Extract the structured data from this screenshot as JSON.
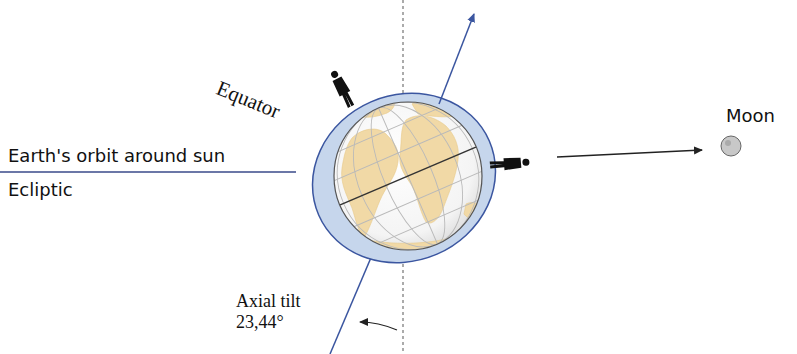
{
  "diagram": {
    "nodes": [
      {
        "text": [
          "Moon"
        ]
      }
    ],
    "labels": [
      "Equator",
      "Earth's orbit around sun",
      "Ecliptic",
      "Axial tilt 23,44°"
    ]
  }
}
